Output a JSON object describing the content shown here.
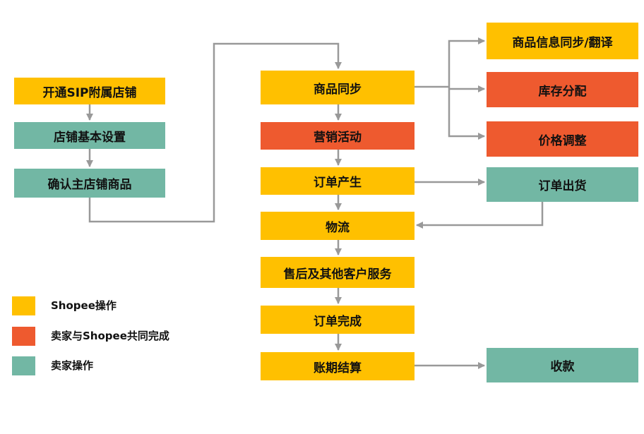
{
  "colors": {
    "shopee": "#FFC000",
    "joint": "#EE5A2F",
    "seller": "#72B7A4",
    "connector": "#999999"
  },
  "left_flow": {
    "open_sip": "开通SIP附属店铺",
    "store_setup": "店铺基本设置",
    "confirm_products": "确认主店铺商品"
  },
  "center_flow": {
    "product_sync": "商品同步",
    "marketing": "营销活动",
    "order_created": "订单产生",
    "logistics": "物流",
    "after_sales": "售后及其他客户服务",
    "order_complete": "订单完成",
    "billing": "账期结算"
  },
  "right_flow": {
    "info_sync": "商品信息同步/翻译",
    "inventory": "库存分配",
    "pricing": "价格调整",
    "shipping": "订单出货",
    "payment": "收款"
  },
  "legend": {
    "shopee": "Shopee操作",
    "joint": "卖家与Shopee共同完成",
    "seller": "卖家操作"
  }
}
